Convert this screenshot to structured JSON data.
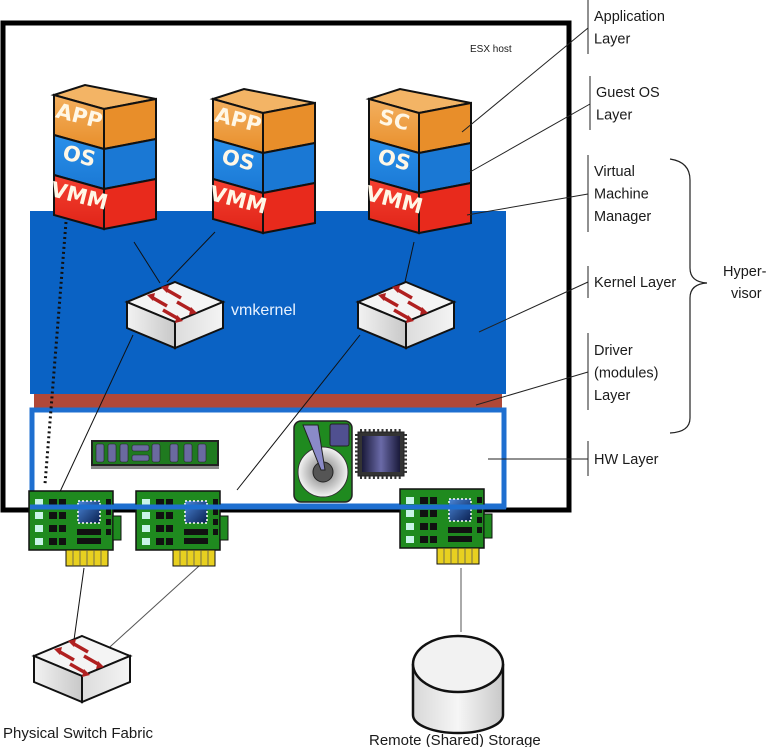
{
  "host": {
    "label": "ESX host"
  },
  "vms": [
    {
      "top_label": "APP",
      "mid_label": "OS",
      "bottom_label": "VMM"
    },
    {
      "top_label": "APP",
      "mid_label": "OS",
      "bottom_label": "VMM"
    },
    {
      "top_label": "SC",
      "mid_label": "OS",
      "bottom_label": "VMM"
    }
  ],
  "kernel": {
    "switch_label": "vmkernel"
  },
  "layers": [
    {
      "lines": [
        "Application",
        "Layer"
      ]
    },
    {
      "lines": [
        "Guest OS",
        "Layer"
      ]
    },
    {
      "lines": [
        "Virtual",
        "Machine",
        "Manager"
      ]
    },
    {
      "lines": [
        "Kernel Layer"
      ]
    },
    {
      "lines": [
        "Driver",
        "(modules)",
        "Layer"
      ]
    },
    {
      "lines": [
        "HW Layer"
      ]
    }
  ],
  "hypervisor": {
    "lines": [
      "Hyper-",
      "visor"
    ]
  },
  "external": {
    "switch_label": "Physical Switch Fabric",
    "storage_label": "Remote (Shared) Storage"
  },
  "colors": {
    "app": "#f0a040",
    "os": "#1e88e0",
    "vmm": "#f03020",
    "kernel": "#0a62c4",
    "driver": "#b04838",
    "hw_border": "#1e6fd0",
    "board": "#1f8a1f"
  }
}
